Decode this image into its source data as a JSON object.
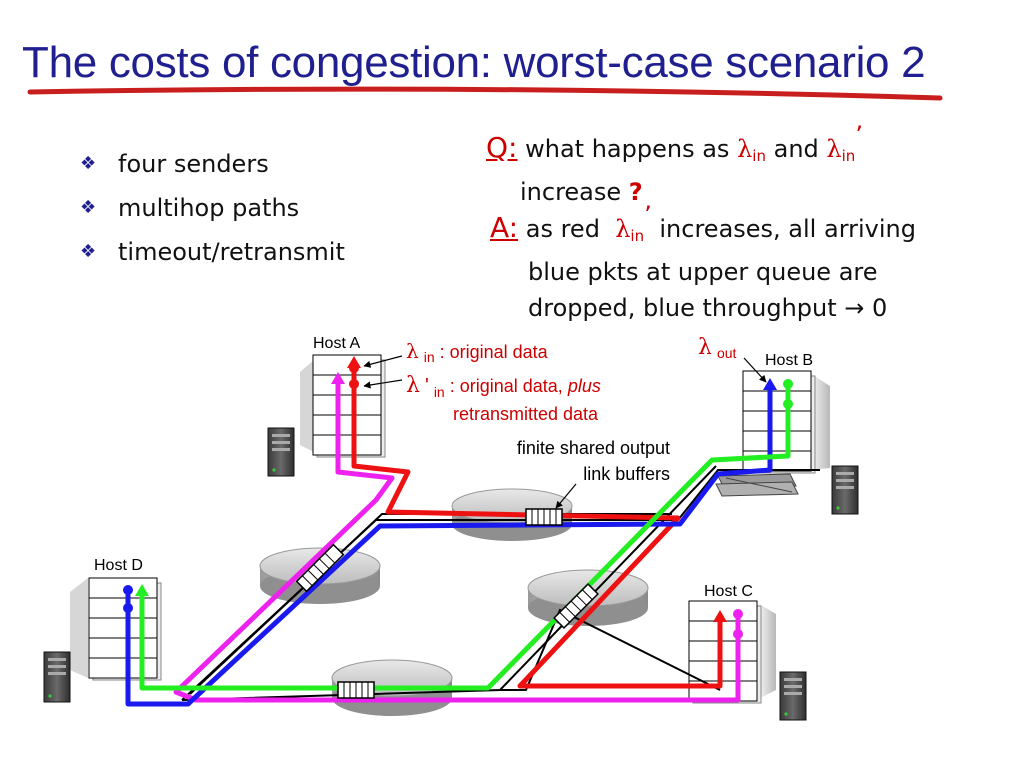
{
  "title": "The costs of congestion: worst-case scenario 2",
  "bullets": [
    "four senders",
    "multihop paths",
    "timeout/retransmit"
  ],
  "bullet_symbol": "❖",
  "qa": {
    "q_label": "Q:",
    "q_text_1": "what happens as",
    "q_lambda": "λ",
    "q_sub": "in",
    "q_and": "and",
    "q_prime": "’",
    "q_text_2": "increase",
    "q_mark": "?",
    "a_label": "A:",
    "a_text_1": "as red",
    "a_text_2": "increases, all arriving",
    "a_text_3": "blue pkts at upper queue are",
    "a_text_4": "dropped, blue throughput",
    "a_arrow": "→",
    "a_zero": "0"
  },
  "diagram": {
    "hosts": {
      "a": "Host A",
      "b": "Host B",
      "c": "Host C",
      "d": "Host D"
    },
    "lambda": "λ",
    "sub_in": "in",
    "sub_out": "out",
    "lambda_in_desc": ": original data",
    "lambda_prime_mark": "'",
    "lambda_prime_desc": ": original data, ",
    "lambda_prime_plus": "plus",
    "lambda_prime_desc2": "retransmitted data",
    "buffer_note_1": "finite shared output",
    "buffer_note_2": "link buffers"
  },
  "colors": {
    "title": "#1f1f8f",
    "accent_red": "#cc0000",
    "red_flow": "#ee1111",
    "blue_flow": "#1a1aee",
    "green_flow": "#22ee22",
    "magenta_flow": "#ee22ee"
  }
}
